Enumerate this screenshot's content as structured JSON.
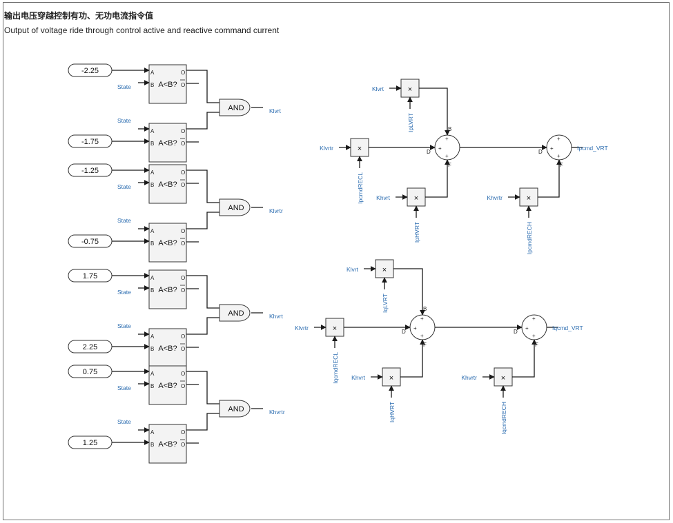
{
  "title_zh": "输出电压穿越控制有功、无功电流指令值",
  "title_en": "Output of voltage ride through control active and reactive command current",
  "comparator": {
    "label": "A<B?",
    "pin_a": "A",
    "pin_b": "B",
    "pin_o": "O",
    "pin_obar": "O"
  },
  "and_label": "AND",
  "state_label": "State",
  "logic_groups": [
    {
      "c1": "-2.25",
      "c2": "-1.75",
      "out": "Klvrt"
    },
    {
      "c1": "-1.25",
      "c2": "-0.75",
      "out": "Klvrtr"
    },
    {
      "c1": "1.75",
      "c2": "2.25",
      "out": "Khvrt"
    },
    {
      "c1": "0.75",
      "c2": "1.25",
      "out": "Khvrtr"
    }
  ],
  "mult_symbol": "×",
  "sum_pins": {
    "plus": "+",
    "b": "B",
    "d": "D",
    "f": "F"
  },
  "active_path": {
    "m1_in": "Klvrt",
    "m1_param": "IpLVRT",
    "m2_in": "Klvrtr",
    "m2_param": "IpcmdRECL",
    "m3_in": "Khvrt",
    "m3_param": "IpHVRT",
    "m4_in": "Khvrtr",
    "m4_param": "IpcmdRECH",
    "output": "Ipcmd_VRT"
  },
  "reactive_path": {
    "m1_in": "Klvrt",
    "m1_param": "IqLVRT",
    "m2_in": "Klvrtr",
    "m2_param": "IqcmdRECL",
    "m3_in": "Khvrt",
    "m3_param": "IqHVRT",
    "m4_in": "Khvrtr",
    "m4_param": "IqcmdRECH",
    "output": "Iqcmd_VRT"
  }
}
